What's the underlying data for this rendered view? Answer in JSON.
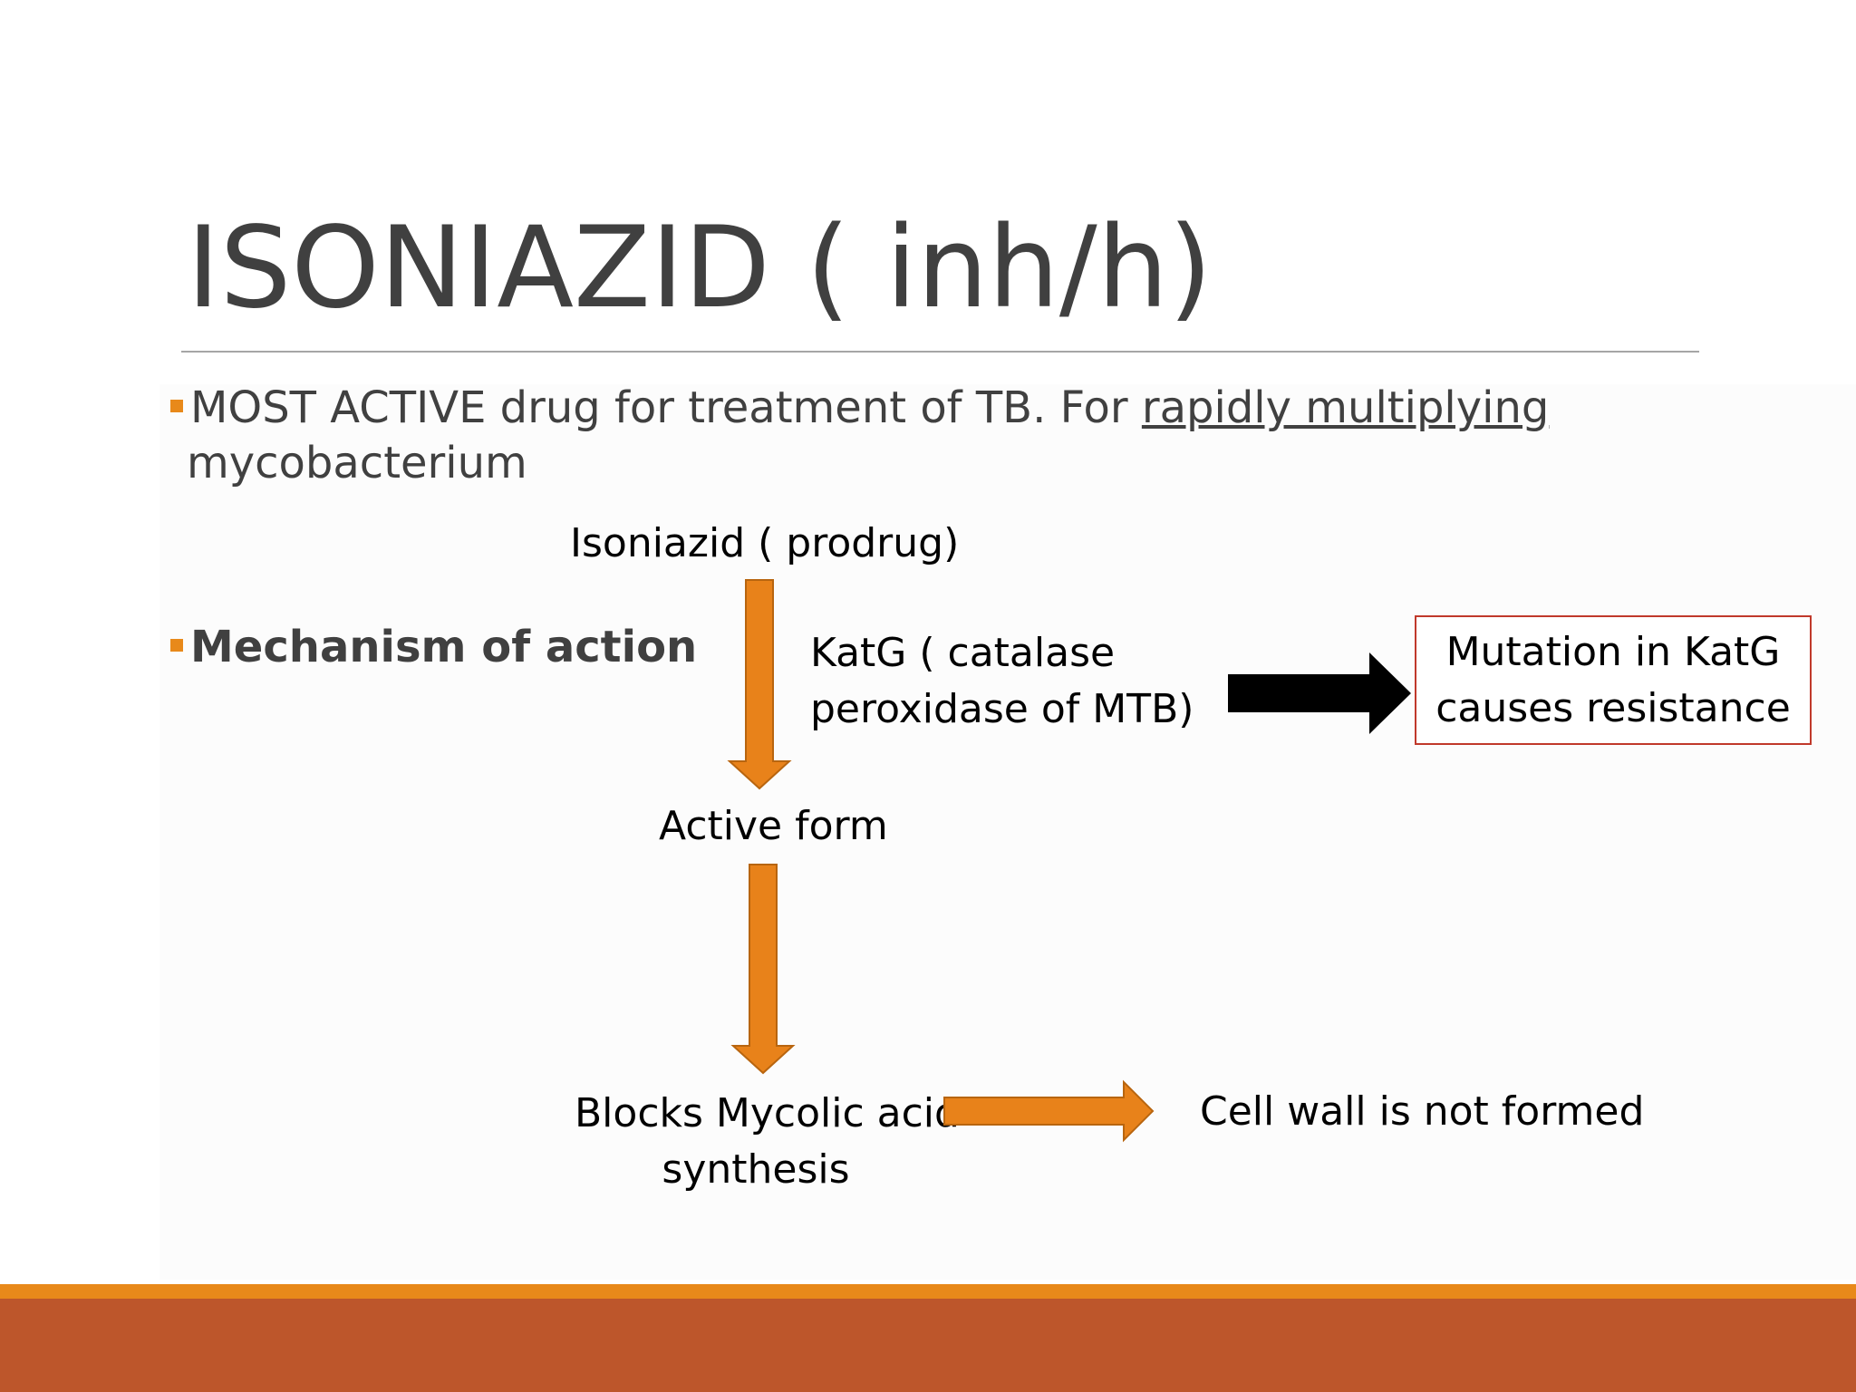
{
  "slide": {
    "title": "ISONIAZID ( inh/h)",
    "bullets": [
      {
        "text_pre": "MOST ACTIVE drug for treatment of TB. For ",
        "text_underlined": "rapidly multiplying",
        "text_line2": "mycobacterium"
      },
      {
        "text": "Mechanism of action"
      }
    ]
  },
  "diagram": {
    "nodes": {
      "prodrug": "Isoniazid ( prodrug)",
      "enzyme_line1": "KatG ( catalase",
      "enzyme_line2": "peroxidase of MTB)",
      "active": "Active form",
      "blocks_line1": "Blocks Mycolic acid",
      "blocks_line2": "synthesis",
      "cellwall": "Cell wall is not formed",
      "mutation_line1": "Mutation in KatG",
      "mutation_line2": "causes resistance"
    }
  },
  "colors": {
    "accent_orange": "#e8891a",
    "arrow_orange": "#e8821a",
    "arrow_orange_border": "#b8650f",
    "band_rust": "#bd562b",
    "title_gray": "#404040",
    "box_border": "#c0392b",
    "black_arrow": "#000000"
  }
}
